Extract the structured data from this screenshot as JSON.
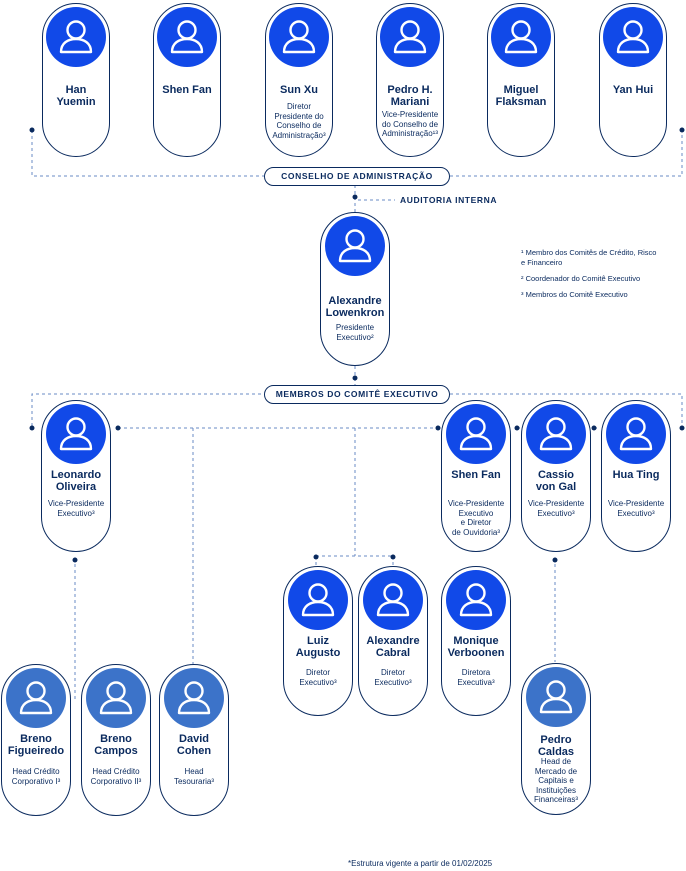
{
  "colors": {
    "navy": "#0a2a5e",
    "avatar_primary": "#1149e8",
    "avatar_secondary": "#3c73c9"
  },
  "board": [
    {
      "name": "Han Yuemin",
      "role": ""
    },
    {
      "name": "Shen Fan",
      "role": ""
    },
    {
      "name": "Sun Xu",
      "role": "Diretor\nPresidente do\nConselho de\nAdministração³"
    },
    {
      "name": "Pedro H.\nMariani",
      "role": "Vice-Presidente\ndo Conselho de\nAdministração¹³"
    },
    {
      "name": "Miguel\nFlaksman",
      "role": ""
    },
    {
      "name": "Yan Hui",
      "role": ""
    }
  ],
  "labels": {
    "board_pill": "CONSELHO DE ADMINISTRAÇÃO",
    "audit": "AUDITORIA INTERNA",
    "committee_pill": "MEMBROS DO COMITÊ EXECUTIVO"
  },
  "president": {
    "name": "Alexandre\nLowenkron",
    "role": "Presidente\nExecutivo²"
  },
  "notes": [
    "¹ Membro dos Comitês de Crédito, Risco\n  e Financeiro",
    "² Coordenador do Comitê Executivo",
    "³ Membros do Comitê Executivo"
  ],
  "vps": [
    {
      "name": "Leonardo\nOliveira",
      "role": "Vice-Presidente\nExecutivo³"
    },
    {
      "name": "Shen Fan",
      "role": "Vice-Presidente\nExecutivo\ne Diretor\nde Ouvidoria³"
    },
    {
      "name": "Cassio\nvon Gal",
      "role": "Vice-Presidente\nExecutivo³"
    },
    {
      "name": "Hua Ting",
      "role": "Vice-Presidente\nExecutivo³"
    }
  ],
  "directors": [
    {
      "name": "Luiz\nAugusto",
      "role": "Diretor\nExecutivo³"
    },
    {
      "name": "Alexandre\nCabral",
      "role": "Diretor\nExecutivo³"
    },
    {
      "name": "Monique\nVerboonen",
      "role": "Diretora\nExecutiva³"
    }
  ],
  "heads": [
    {
      "name": "Breno\nFigueiredo",
      "role": "Head Crédito\nCorporativo I³"
    },
    {
      "name": "Breno\nCampos",
      "role": "Head Crédito\nCorporativo II³"
    },
    {
      "name": "David\nCohen",
      "role": "Head\nTesouraria³"
    },
    {
      "name": "Pedro Caldas",
      "role": "Head de\nMercado de\nCapitais e\nInstituições\nFinanceiras³"
    }
  ],
  "footer": "*Estrutura vigente a partir de 01/02/2025"
}
